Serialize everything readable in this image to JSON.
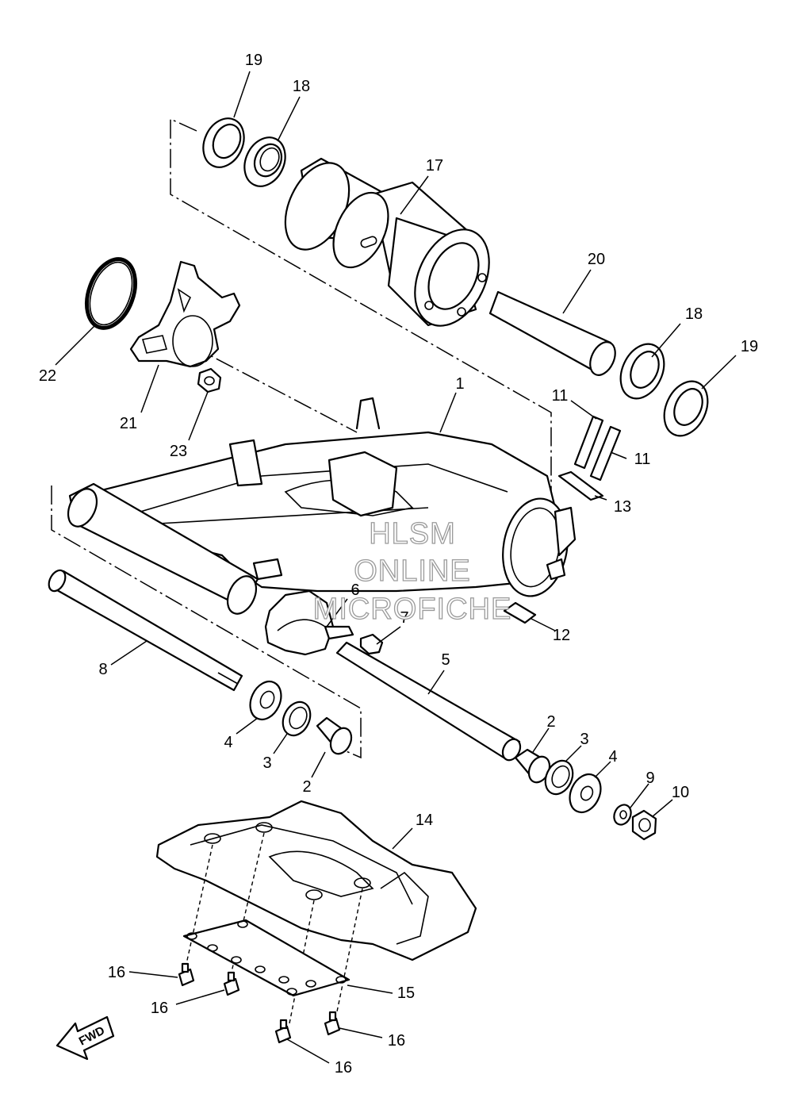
{
  "callouts": {
    "n1": "1",
    "n2a": "2",
    "n2b": "2",
    "n3a": "3",
    "n3b": "3",
    "n4a": "4",
    "n4b": "4",
    "n5": "5",
    "n6": "6",
    "n7": "7",
    "n8": "8",
    "n9": "9",
    "n10": "10",
    "n11a": "11",
    "n11b": "11",
    "n12": "12",
    "n13": "13",
    "n14": "14",
    "n15": "15",
    "n16a": "16",
    "n16b": "16",
    "n16c": "16",
    "n16d": "16",
    "n17": "17",
    "n18a": "18",
    "n18b": "18",
    "n19a": "19",
    "n19b": "19",
    "n20": "20",
    "n21": "21",
    "n22": "22",
    "n23": "23"
  },
  "watermark": {
    "line1": "HLSM",
    "line2": "ONLINE",
    "line3": "MICROFICHE"
  },
  "direction_marker": {
    "label": "FWD"
  }
}
